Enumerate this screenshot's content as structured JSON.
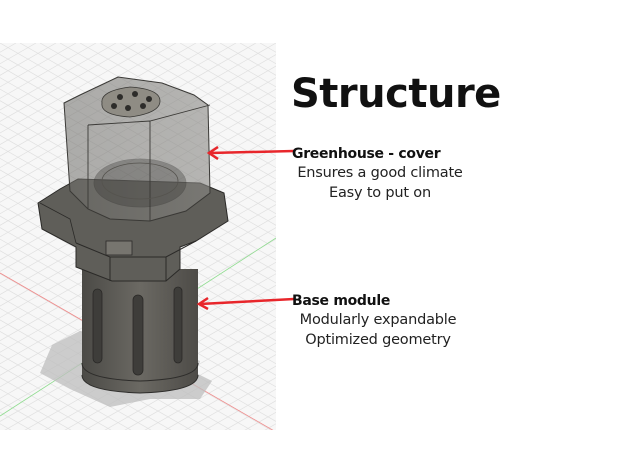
{
  "slide": {
    "title": "Structure",
    "colors": {
      "arrow": "#e8262b",
      "text": "#111111",
      "model": "#55534e",
      "grid": "#d9d9d9"
    },
    "render": {
      "subject": "cad-model-render",
      "axes": [
        "x-axis-red",
        "y-axis-green"
      ]
    },
    "annotations": [
      {
        "heading": "Greenhouse - cover",
        "lines": [
          "Ensures a good climate",
          "Easy to put on"
        ],
        "icon": "arrow-left-icon"
      },
      {
        "heading": "Base module",
        "lines": [
          "Modularly expandable",
          "Optimized geometry"
        ],
        "icon": "arrow-left-icon"
      }
    ]
  }
}
